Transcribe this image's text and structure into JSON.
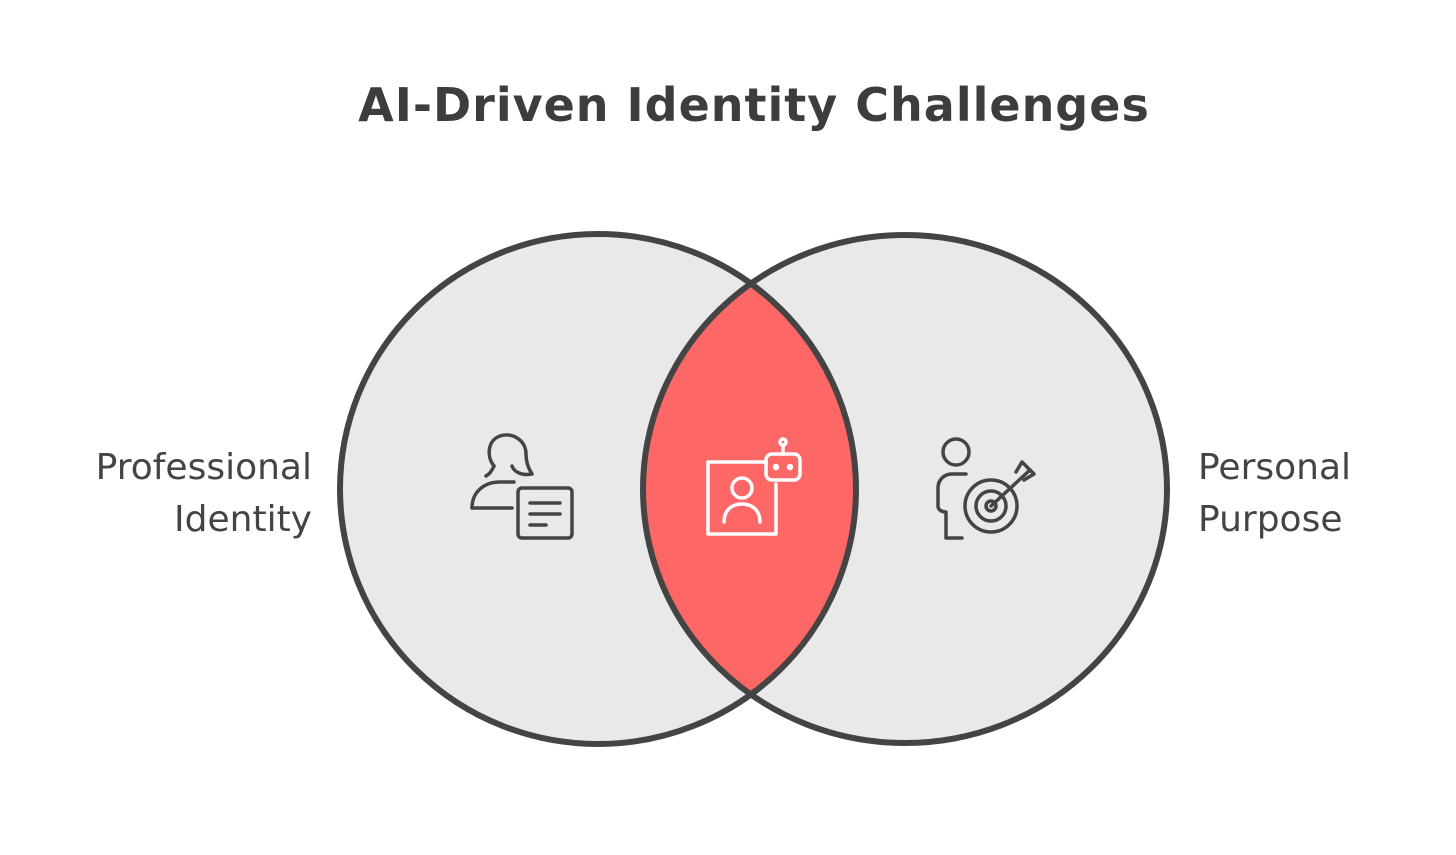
{
  "title": "AI-Driven Identity Challenges",
  "sets": [
    {
      "label_lines": [
        "Professional",
        "Identity"
      ],
      "icon": "person-with-document-icon"
    },
    {
      "label_lines": [
        "Personal",
        "Purpose"
      ],
      "icon": "person-with-target-icon"
    }
  ],
  "intersection": {
    "icon": "robot-profile-frame-icon"
  },
  "colors": {
    "circle_fill": "#e9e9e9",
    "circle_stroke": "#444444",
    "intersection_fill": "#fd6866",
    "icon_stroke": "#444444",
    "intersection_icon_stroke": "#ffffff",
    "text": "#444444"
  }
}
